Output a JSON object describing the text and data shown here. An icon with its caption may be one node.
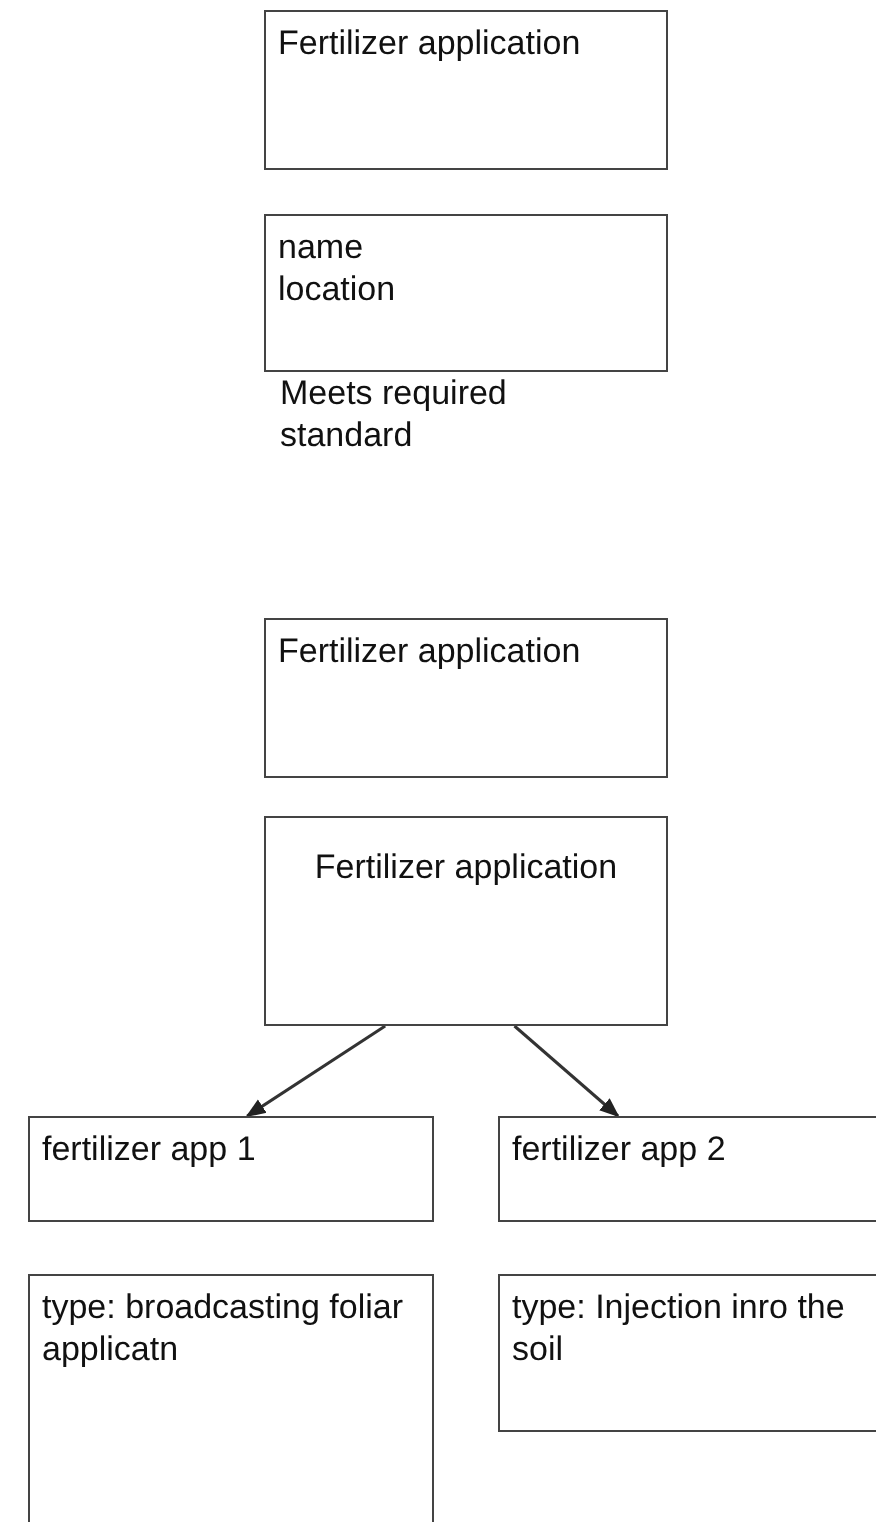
{
  "diagram": {
    "nodes": [
      {
        "text": [
          "Fertilizer application"
        ]
      },
      {
        "text": [
          "name",
          "location"
        ],
        "beside": [
          "Meets required standard"
        ]
      },
      {
        "text": [
          "Fertilizer application"
        ]
      },
      {
        "text": [
          "Fertilizer application"
        ]
      },
      {
        "text": [
          "fertilizer app 1"
        ]
      },
      {
        "text": [
          "fertilizer app 2"
        ]
      },
      {
        "text": [
          "type: broadcasting foliar applicatn"
        ]
      },
      {
        "text": [
          "type: Injection inro the soil"
        ]
      }
    ],
    "edges": [
      {
        "from": 3,
        "to": 4,
        "arrow": "to"
      },
      {
        "from": 3,
        "to": 5,
        "arrow": "to"
      }
    ]
  }
}
